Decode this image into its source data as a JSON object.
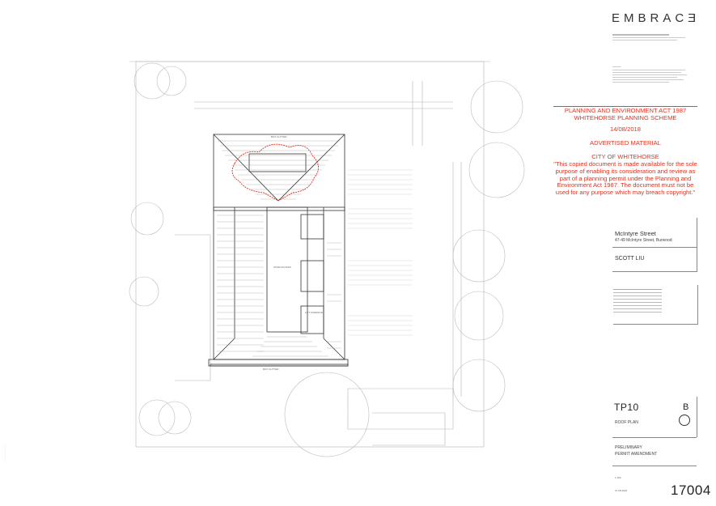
{
  "brand": {
    "name": "EMBRACƎ"
  },
  "statement": {
    "title_line1": "PLANNING AND ENVIRONMENT ACT 1987",
    "title_line2": "WHITEHORSE PLANNING SCHEME",
    "date": "14/08/2018",
    "status": "ADVERTISED MATERIAL",
    "council": "CITY OF WHITEHORSE",
    "body": "\"This copied document is made available for the sole purpose of enabling its consideration and review as part of a planning permit under the Planning and Environment Act 1987. The document must not be used for any purpose which may breach copyright.\""
  },
  "project": {
    "name": "McIntyre Street",
    "address": "47-49 McIntyre Street, Burwood",
    "client": "SCOTT LIU"
  },
  "drawing": {
    "number": "TP10",
    "title": "ROOF PLAN",
    "revision": "B",
    "stage_line1": "PRELIMINARY",
    "stage_line2": "PERMIT AMENDMENT",
    "scale": "1:150",
    "date": "27.08.2018",
    "job_number": "17004"
  },
  "plan_labels": {
    "box_gutter_top": "BOX GUTTER",
    "box_gutter_bottom": "BOX GUTTER",
    "lift_overrun": "LIFT OVERRUN",
    "stair_access": "STAIR ACCESS"
  },
  "colors": {
    "statement": "#e0311e",
    "ink": "#222222",
    "linework": "#9a9a9a"
  }
}
